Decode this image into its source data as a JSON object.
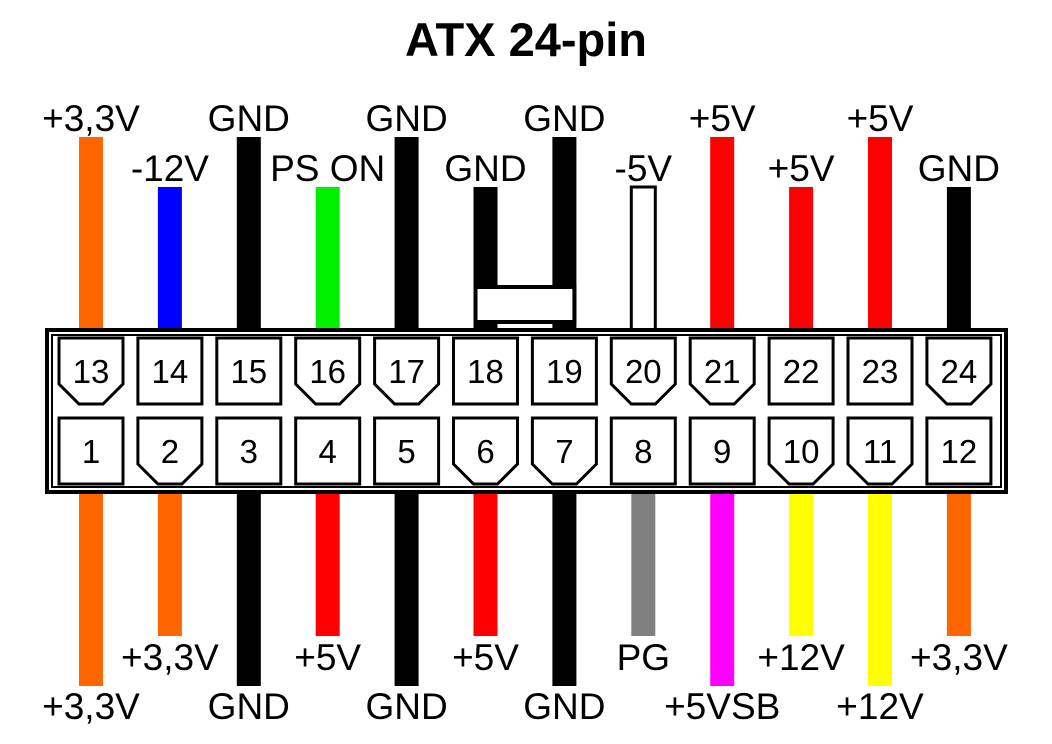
{
  "title": "ATX 24-pin",
  "colors": {
    "orange": "#ff6600",
    "blue": "#0000ff",
    "black": "#000000",
    "green": "#00ee00",
    "white": "#ffffff",
    "red": "#ff0000",
    "gray": "#808080",
    "magenta": "#ff00ff",
    "yellow": "#ffff00"
  },
  "top_row": [
    {
      "pin": "13",
      "label": "+3,3V",
      "wire": "orange",
      "key": "pointed"
    },
    {
      "pin": "14",
      "label": "-12V",
      "wire": "blue",
      "key": "square"
    },
    {
      "pin": "15",
      "label": "GND",
      "wire": "black",
      "key": "square"
    },
    {
      "pin": "16",
      "label": "PS ON",
      "wire": "green",
      "key": "pointed"
    },
    {
      "pin": "17",
      "label": "GND",
      "wire": "black",
      "key": "pointed"
    },
    {
      "pin": "18",
      "label": "GND",
      "wire": "black",
      "key": "square"
    },
    {
      "pin": "19",
      "label": "GND",
      "wire": "black",
      "key": "square"
    },
    {
      "pin": "20",
      "label": "-5V",
      "wire": "white",
      "key": "pointed"
    },
    {
      "pin": "21",
      "label": "+5V",
      "wire": "red",
      "key": "pointed"
    },
    {
      "pin": "22",
      "label": "+5V",
      "wire": "red",
      "key": "square"
    },
    {
      "pin": "23",
      "label": "+5V",
      "wire": "red",
      "key": "square"
    },
    {
      "pin": "24",
      "label": "GND",
      "wire": "black",
      "key": "pointed"
    }
  ],
  "bottom_row": [
    {
      "pin": "1",
      "label": "+3,3V",
      "wire": "orange",
      "key": "square"
    },
    {
      "pin": "2",
      "label": "+3,3V",
      "wire": "orange",
      "key": "pointed"
    },
    {
      "pin": "3",
      "label": "GND",
      "wire": "black",
      "key": "square"
    },
    {
      "pin": "4",
      "label": "+5V",
      "wire": "red",
      "key": "square"
    },
    {
      "pin": "5",
      "label": "GND",
      "wire": "black",
      "key": "square"
    },
    {
      "pin": "6",
      "label": "+5V",
      "wire": "red",
      "key": "pointed"
    },
    {
      "pin": "7",
      "label": "GND",
      "wire": "black",
      "key": "pointed"
    },
    {
      "pin": "8",
      "label": "PG",
      "wire": "gray",
      "key": "square"
    },
    {
      "pin": "9",
      "label": "+5VSB",
      "wire": "magenta",
      "key": "square"
    },
    {
      "pin": "10",
      "label": "+12V",
      "wire": "yellow",
      "key": "pointed"
    },
    {
      "pin": "11",
      "label": "+12V",
      "wire": "yellow",
      "key": "pointed"
    },
    {
      "pin": "12",
      "label": "+3,3V",
      "wire": "orange",
      "key": "square"
    }
  ]
}
